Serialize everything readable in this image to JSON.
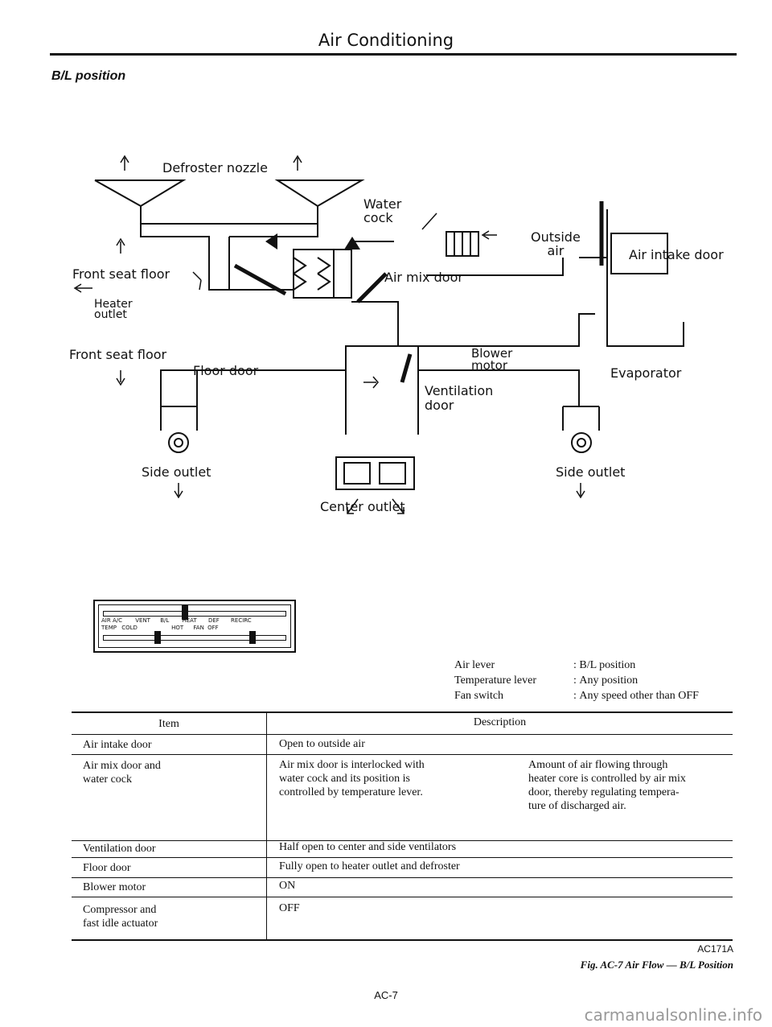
{
  "header": {
    "title": "Air Conditioning"
  },
  "section": {
    "title": "B/L position"
  },
  "diagram": {
    "labels": {
      "defroster_nozzle": "Defroster nozzle",
      "front_seat_floor_top": "Front seat floor",
      "heater_outlet": "Heater\noutlet",
      "front_seat_floor_bottom": "Front seat floor",
      "floor_door": "Floor door",
      "water_cock": "Water\ncock",
      "air_mix_door": "Air mix door",
      "outside_air": "Outside\nair",
      "air_intake_door": "Air intake door",
      "blower_motor": "Blower\nmotor",
      "evaporator": "Evaporator",
      "ventilation_door": "Ventilation\ndoor",
      "side_outlet_left": "Side outlet",
      "side_outlet_right": "Side outlet",
      "center_outlet": "Center outlet"
    }
  },
  "control_panel": {
    "row1": [
      "AIR",
      "A/C",
      "VENT",
      "B/L",
      "HEAT",
      "DEF",
      "RECIRC"
    ],
    "row2": [
      "TEMP",
      "COLD",
      "HOT",
      "FAN",
      "OFF"
    ]
  },
  "conditions": [
    {
      "label": "Air lever",
      "value": "B/L position"
    },
    {
      "label": "Temperature lever",
      "value": "Any position"
    },
    {
      "label": "Fan switch",
      "value": "Any speed other than OFF"
    }
  ],
  "table": {
    "headers": {
      "item": "Item",
      "description": "Description"
    },
    "rows": [
      {
        "item": "Air intake door",
        "description": "Open to outside air",
        "note": ""
      },
      {
        "item": "Air mix door and\nwater cock",
        "description": "Air mix door is interlocked with\nwater cock and its position is\ncontrolled by temperature lever.",
        "note": "Amount of air flowing through\nheater core is controlled by air mix\ndoor, thereby regulating tempera-\nture of discharged air."
      },
      {
        "item": "Ventilation door",
        "description": "Half open to center and side ventilators",
        "note": ""
      },
      {
        "item": "Floor door",
        "description": "Fully open to heater outlet and defroster",
        "note": ""
      },
      {
        "item": "Blower motor",
        "description": "ON",
        "note": ""
      },
      {
        "item": "Compressor and\nfast idle actuator",
        "description": "OFF",
        "note": ""
      }
    ]
  },
  "footer": {
    "code": "AC171A",
    "caption": "Fig. AC-7 Air Flow — B/L Position",
    "page": "AC-7"
  },
  "watermark": "carmanualsonline.info"
}
